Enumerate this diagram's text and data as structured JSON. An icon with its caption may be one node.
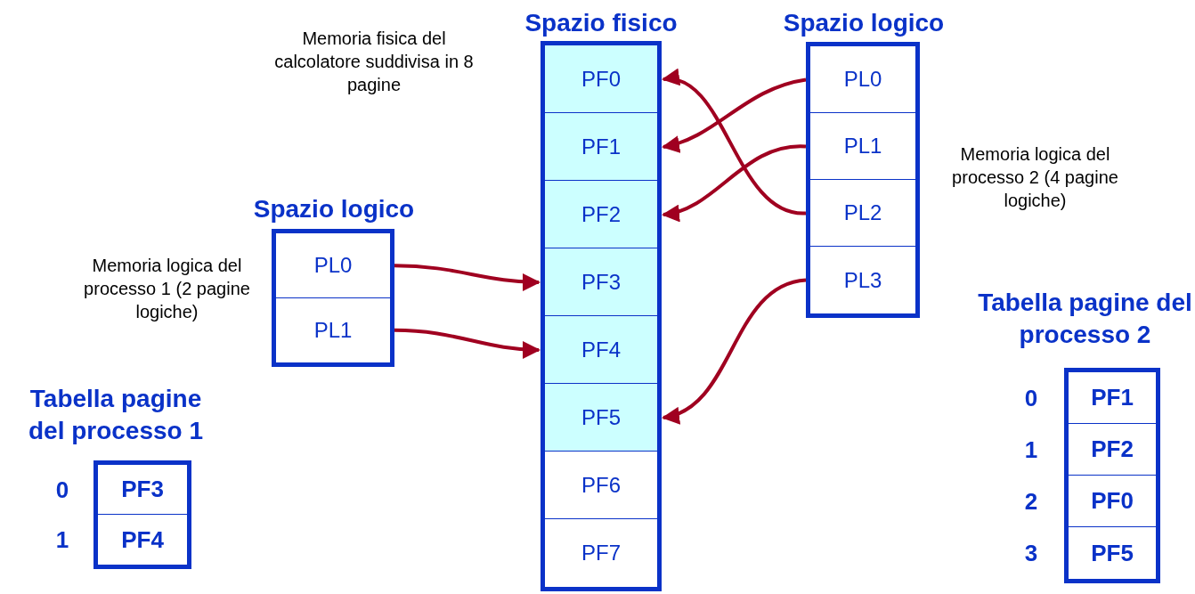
{
  "diagram": {
    "nodes": [
      {
        "text": [
          "Spazio fisico"
        ],
        "beside": [
          "Memoria fisica del calcolatore suddivisa in 8 pagine"
        ]
      },
      {
        "text": [
          "PF0"
        ],
        "in": 0
      },
      {
        "text": [
          "PF1"
        ],
        "in": 0
      },
      {
        "text": [
          "PF2"
        ],
        "in": 0
      },
      {
        "text": [
          "PF3"
        ],
        "in": 0
      },
      {
        "text": [
          "PF4"
        ],
        "in": 0
      },
      {
        "text": [
          "PF5"
        ],
        "in": 0
      },
      {
        "text": [
          "PF6"
        ],
        "in": 0
      },
      {
        "text": [
          "PF7"
        ],
        "in": 0
      },
      {
        "text": [
          "Spazio logico"
        ],
        "beside": [
          "Memoria logica del processo 2 (4 pagine logiche)"
        ]
      },
      {
        "text": [
          "PL0"
        ],
        "in": 9
      },
      {
        "text": [
          "PL1"
        ],
        "in": 9
      },
      {
        "text": [
          "PL2"
        ],
        "in": 9
      },
      {
        "text": [
          "PL3"
        ],
        "in": 9
      },
      {
        "text": [
          "Spazio logico"
        ],
        "beside": [
          "Memoria logica del processo 1 (2 pagine logiche)"
        ]
      },
      {
        "text": [
          "PL0"
        ],
        "in": 14
      },
      {
        "text": [
          "PL1"
        ],
        "in": 14
      },
      {
        "text": [
          "Tabella pagine del processo 1"
        ]
      },
      {
        "text": [
          "PF3"
        ],
        "in": 17,
        "beside": [
          "0"
        ]
      },
      {
        "text": [
          "PF4"
        ],
        "in": 17,
        "beside": [
          "1"
        ]
      },
      {
        "text": [
          "Tabella pagine del processo 2"
        ]
      },
      {
        "text": [
          "PF1"
        ],
        "in": 20,
        "beside": [
          "0"
        ]
      },
      {
        "text": [
          "PF2"
        ],
        "in": 20,
        "beside": [
          "1"
        ]
      },
      {
        "text": [
          "PF0"
        ],
        "in": 20,
        "beside": [
          "2"
        ]
      },
      {
        "text": [
          "PF5"
        ],
        "in": 20,
        "beside": [
          "3"
        ]
      }
    ],
    "edges": [
      {
        "from": 10,
        "to": 2,
        "arrow": "to"
      },
      {
        "from": 11,
        "to": 3,
        "arrow": "to"
      },
      {
        "from": 12,
        "to": 1,
        "arrow": "to"
      },
      {
        "from": 13,
        "to": 6,
        "arrow": "to"
      },
      {
        "from": 15,
        "to": 4,
        "arrow": "to"
      },
      {
        "from": 16,
        "to": 5,
        "arrow": "to"
      }
    ]
  }
}
